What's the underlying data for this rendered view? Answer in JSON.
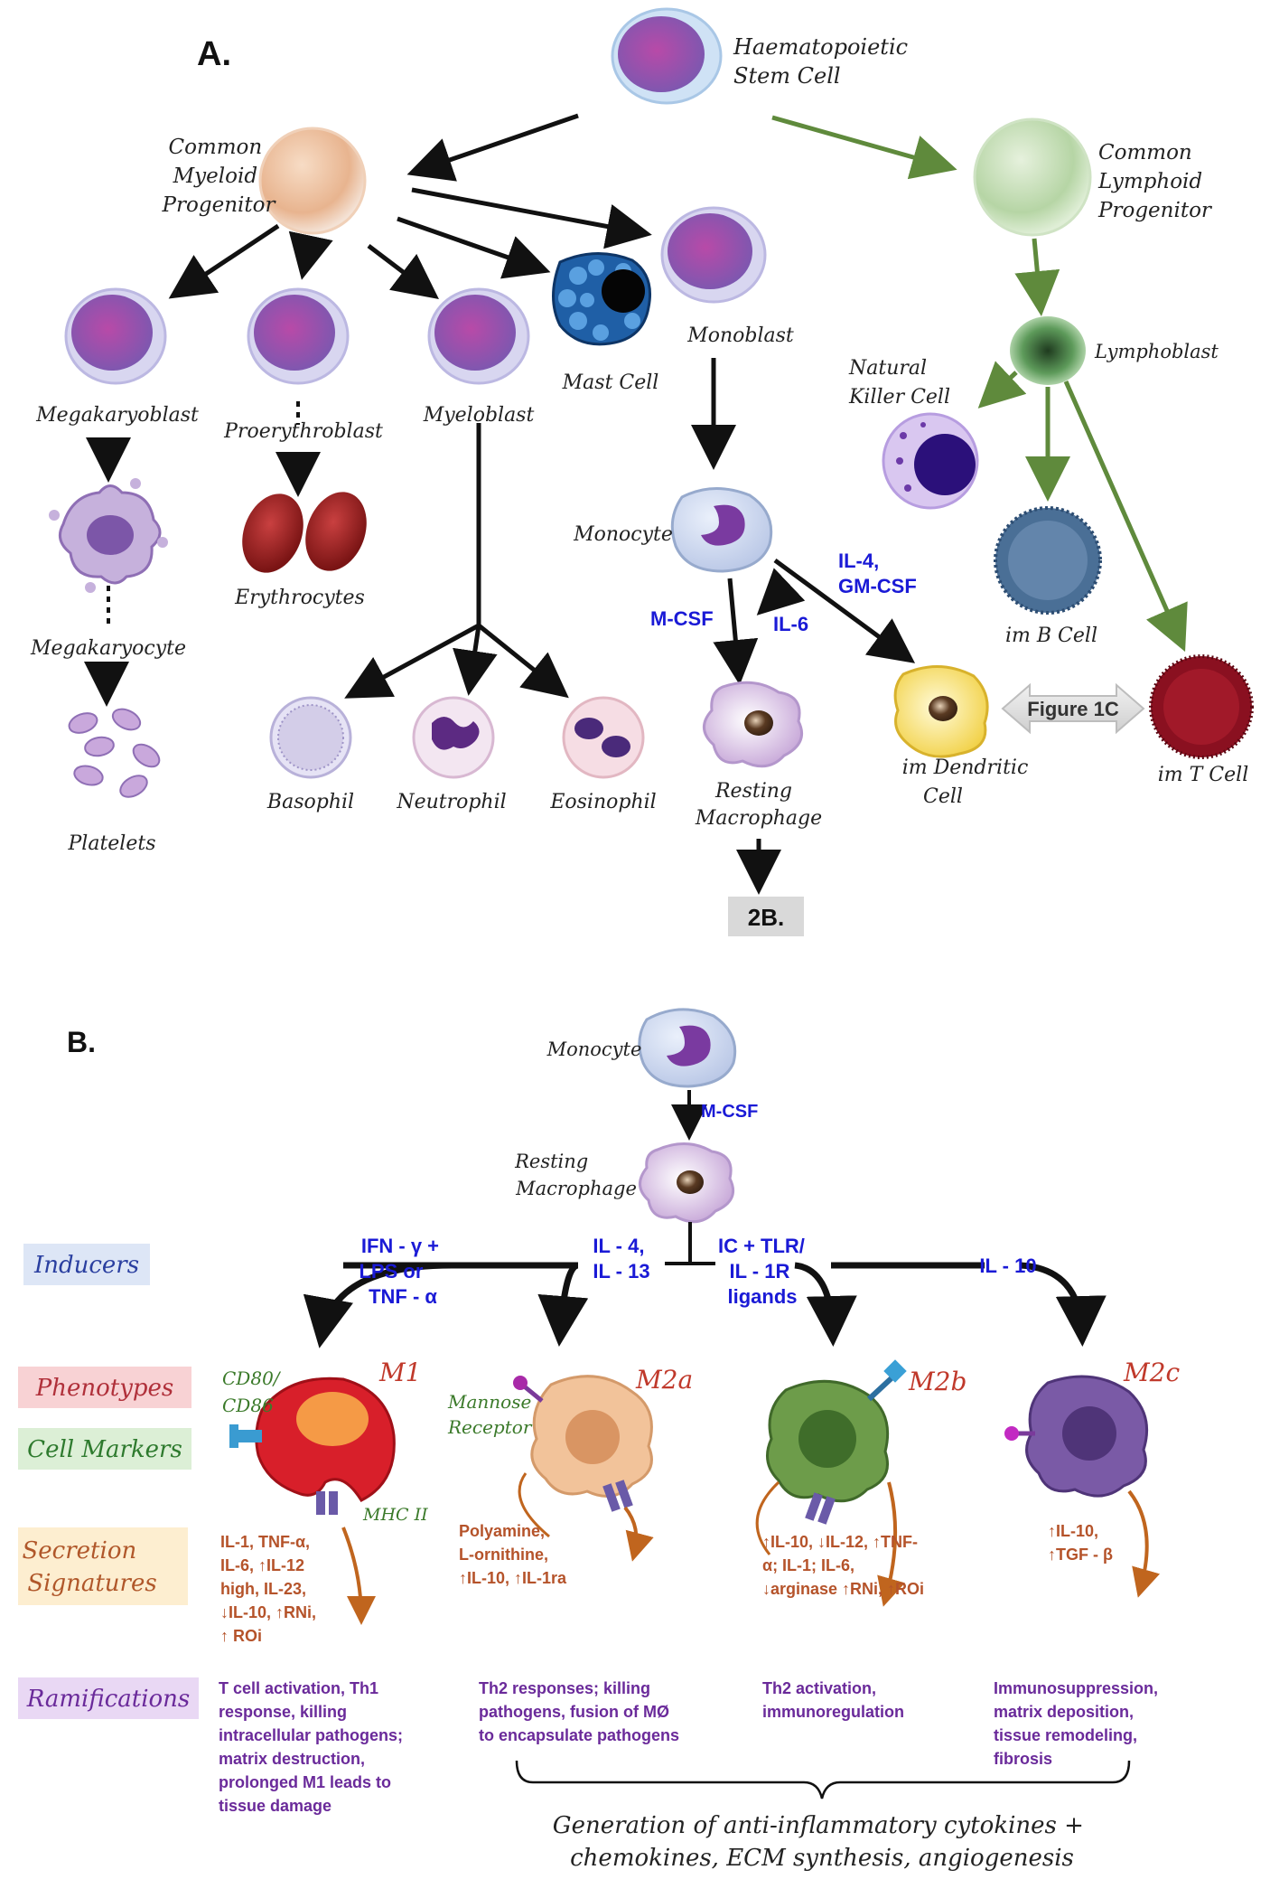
{
  "panel_a": {
    "label": "A.",
    "cells": {
      "hsc": [
        "Haematopoietic",
        "Stem Cell"
      ],
      "cmp": [
        "Common",
        "Myeloid",
        "Progenitor"
      ],
      "clp": [
        "Common",
        "Lymphoid",
        "Progenitor"
      ],
      "megakaryoblast": "Megakaryoblast",
      "proerythroblast": "Proerythroblast",
      "myeloblast": "Myeloblast",
      "mast": "Mast Cell",
      "monoblast": "Monoblast",
      "lymphoblast": "Lymphoblast",
      "nk": [
        "Natural",
        "Killer Cell"
      ],
      "megakaryocyte": "Megakaryocyte",
      "erythrocytes": "Erythrocytes",
      "platelets": "Platelets",
      "basophil": "Basophil",
      "neutrophil": "Neutrophil",
      "eosinophil": "Eosinophil",
      "monocyte": "Monocyte",
      "resting_macrophage": [
        "Resting",
        "Macrophage"
      ],
      "dendritic": [
        "im Dendritic",
        "Cell"
      ],
      "b_cell": "im B Cell",
      "t_cell": "im T Cell"
    },
    "cytokines": {
      "mcsf": "M-CSF",
      "il6": "IL-6",
      "il4_gmcsf": [
        "IL-4,",
        "GM-CSF"
      ]
    },
    "figure_ref": "Figure 1C",
    "next_ref": "2B."
  },
  "panel_b": {
    "label": "B.",
    "monocyte": "Monocyte",
    "mcsf": "M-CSF",
    "resting_macrophage": [
      "Resting",
      "Macrophage"
    ],
    "row_labels": {
      "inducers": "Inducers",
      "phenotypes": "Phenotypes",
      "cell_markers": "Cell Markers",
      "secretion": [
        "Secretion",
        "Signatures"
      ],
      "ramifications": "Ramifications"
    },
    "inducers": {
      "m1": [
        "IFN - γ +",
        "LPS or",
        "TNF - α"
      ],
      "m2a": [
        "IL - 4,",
        "IL - 13"
      ],
      "m2b": [
        "IC + TLR/",
        "IL - 1R",
        "ligands"
      ],
      "m2c": [
        "IL - 10"
      ]
    },
    "phenotypes": {
      "m1": "M1",
      "m2a": "M2a",
      "m2b": "M2b",
      "m2c": "M2c"
    },
    "markers": {
      "cd80": [
        "CD80/",
        "CD86"
      ],
      "mhc": "MHC II",
      "mannose": [
        "Mannose",
        "Receptor"
      ]
    },
    "secretions": {
      "m1": [
        "IL-1, TNF-α,",
        "IL-6, ↑IL-12",
        "high, IL-23,",
        "↓IL-10, ↑RNi,",
        "↑ ROi"
      ],
      "m2a": [
        "Polyamine,",
        "L-ornithine,",
        "↑IL-10, ↑IL-1ra"
      ],
      "m2b": [
        "↑IL-10, ↓IL-12, ↑TNF-",
        "α; IL-1; IL-6,",
        "↓arginase ↑RNi, ↑ROi"
      ],
      "m2c": [
        "↑IL-10,",
        "↑TGF - β"
      ]
    },
    "ramifications": {
      "m1": [
        "T cell activation, Th1",
        "response, killing",
        "intracellular pathogens;",
        "matrix destruction,",
        "prolonged M1 leads to",
        "tissue damage"
      ],
      "m2a": [
        "Th2 responses; killing",
        "pathogens, fusion of MØ",
        "to encapsulate pathogens"
      ],
      "m2b": [
        "Th2 activation,",
        "immunoregulation"
      ],
      "m2c": [
        "Immunosuppression,",
        "matrix deposition,",
        "tissue remodeling,",
        "fibrosis"
      ]
    },
    "footer": [
      "Generation of anti-inflammatory cytokines +",
      "chemokines, ECM synthesis, angiogenesis"
    ]
  },
  "colors": {
    "black_arrow": "#111111",
    "green_arrow": "#5f8a3c",
    "cytokine_blue": "#1a1ad6",
    "secretion_brown": "#b5532a",
    "ramification_purple": "#6a2a9a",
    "marker_green": "#3b7a2a",
    "phenotype_red": "#c0392b"
  }
}
